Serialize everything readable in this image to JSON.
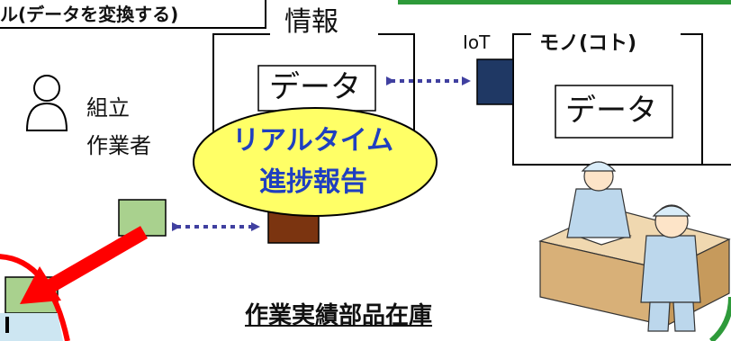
{
  "top_box": {
    "label": "ル(データを変換する)"
  },
  "info": {
    "title": "情報",
    "data_label": "データ"
  },
  "thing": {
    "iot_label": "IoT",
    "title": "モノ(コト)",
    "data_label": "データ"
  },
  "worker": {
    "line1": "組立",
    "line2": "作業者"
  },
  "bubble": {
    "line1": "リアルタイム",
    "line2": "進捗報告"
  },
  "bottom": {
    "title": "作業実績部品在庫"
  },
  "icons": [
    "person-outline-icon",
    "factory-workers-illustration"
  ],
  "colors": {
    "green_border": "#2e9a3a",
    "navy_square": "#1f3864",
    "brown_square": "#7b3410",
    "light_green_square": "#a9d18e",
    "bubble_fill": "#ffff66",
    "arrow_red": "#ff0000",
    "dotted_arrow": "#4040a0",
    "bubble_text": "#1f3fc0"
  }
}
